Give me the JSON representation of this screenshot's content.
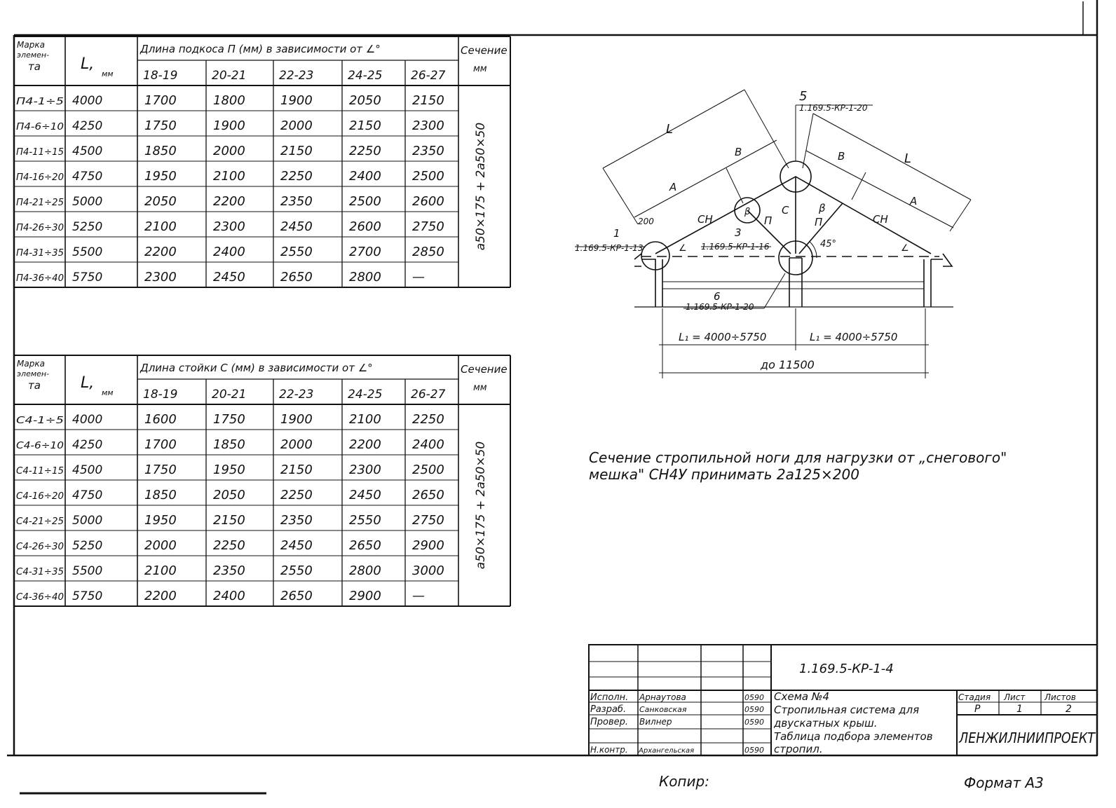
{
  "table1": {
    "header_mark": [
      "Марка",
      "элемен-",
      "та"
    ],
    "header_l": "L,",
    "header_l_unit": "мм",
    "header_group": "Длина подкоса П (мм) в зависимости от ∠°",
    "header_section": [
      "Сечение",
      "мм"
    ],
    "angle_ranges": [
      "18-19",
      "20-21",
      "22-23",
      "24-25",
      "26-27"
    ],
    "section_value": "а50×175 + 2а50×50",
    "rows": [
      {
        "mark": "П4-1÷5",
        "l": "4000",
        "v": [
          "1700",
          "1800",
          "1900",
          "2050",
          "2150"
        ]
      },
      {
        "mark": "П4-6÷10",
        "l": "4250",
        "v": [
          "1750",
          "1900",
          "2000",
          "2150",
          "2300"
        ]
      },
      {
        "mark": "П4-11÷15",
        "l": "4500",
        "v": [
          "1850",
          "2000",
          "2150",
          "2250",
          "2350"
        ]
      },
      {
        "mark": "П4-16÷20",
        "l": "4750",
        "v": [
          "1950",
          "2100",
          "2250",
          "2400",
          "2500"
        ]
      },
      {
        "mark": "П4-21÷25",
        "l": "5000",
        "v": [
          "2050",
          "2200",
          "2350",
          "2500",
          "2600"
        ]
      },
      {
        "mark": "П4-26÷30",
        "l": "5250",
        "v": [
          "2100",
          "2300",
          "2450",
          "2600",
          "2750"
        ]
      },
      {
        "mark": "П4-31÷35",
        "l": "5500",
        "v": [
          "2200",
          "2400",
          "2550",
          "2700",
          "2850"
        ]
      },
      {
        "mark": "П4-36÷40",
        "l": "5750",
        "v": [
          "2300",
          "2450",
          "2650",
          "2800",
          "—"
        ]
      }
    ]
  },
  "table2": {
    "header_mark": [
      "Марка",
      "элемен-",
      "та"
    ],
    "header_l": "L,",
    "header_l_unit": "мм",
    "header_group": "Длина стойки С (мм) в зависимости от ∠°",
    "header_section": [
      "Сечение",
      "мм"
    ],
    "angle_ranges": [
      "18-19",
      "20-21",
      "22-23",
      "24-25",
      "26-27"
    ],
    "section_value": "а50×175 + 2а50×50",
    "rows": [
      {
        "mark": "С4-1÷5",
        "l": "4000",
        "v": [
          "1600",
          "1750",
          "1900",
          "2100",
          "2250"
        ]
      },
      {
        "mark": "С4-6÷10",
        "l": "4250",
        "v": [
          "1700",
          "1850",
          "2000",
          "2200",
          "2400"
        ]
      },
      {
        "mark": "С4-11÷15",
        "l": "4500",
        "v": [
          "1750",
          "1950",
          "2150",
          "2300",
          "2500"
        ]
      },
      {
        "mark": "С4-16÷20",
        "l": "4750",
        "v": [
          "1850",
          "2050",
          "2250",
          "2450",
          "2650"
        ]
      },
      {
        "mark": "С4-21÷25",
        "l": "5000",
        "v": [
          "1950",
          "2150",
          "2350",
          "2550",
          "2750"
        ]
      },
      {
        "mark": "С4-26÷30",
        "l": "5250",
        "v": [
          "2000",
          "2250",
          "2450",
          "2650",
          "2900"
        ]
      },
      {
        "mark": "С4-31÷35",
        "l": "5500",
        "v": [
          "2100",
          "2350",
          "2550",
          "2800",
          "3000"
        ]
      },
      {
        "mark": "С4-36÷40",
        "l": "5750",
        "v": [
          "2200",
          "2400",
          "2650",
          "2900",
          "—"
        ]
      }
    ]
  },
  "diagram": {
    "ref_top": "1.169.5-КР-1-20",
    "ref_left": "1.169.5-КР-1-13",
    "ref_mid": "1.169.5-КР-1-16",
    "ref_bottom": "1.169.5-КР-1-20",
    "callout_1": "1",
    "callout_3": "3",
    "callout_5": "5",
    "callout_6": "6",
    "label_L": "L",
    "label_B": "В",
    "label_A": "А",
    "label_CH": "СН",
    "label_C": "С",
    "label_P": "П",
    "label_beta": "β",
    "label_alpha": "∠",
    "label_200": "200",
    "label_45": "45°",
    "dim_left": "L₁ = 4000÷5750",
    "dim_right": "L₁ = 4000÷5750",
    "dim_total": "до 11500"
  },
  "note": {
    "line1": "Сечение стропильной ноги для нагрузки от „снегового\"",
    "line2": "мешка\" СН4У принимать 2а125×200"
  },
  "title_block": {
    "code": "1.169.5-КР-1-4",
    "roles": [
      "Исполн.",
      "Разраб.",
      "Провер.",
      "Н.контр."
    ],
    "names": [
      "Арнаутова",
      "Санковская",
      "Вилнер",
      "Архангельская"
    ],
    "dates": [
      "0590",
      "0590",
      "0590",
      "0590"
    ],
    "title_lines": [
      "Схема №4",
      "Стропильная система для",
      "двускатных крыш.",
      "Таблица подбора элементов",
      "стропил."
    ],
    "stage_label": "Стадия",
    "sheet_label": "Лист",
    "sheets_label": "Листов",
    "stage": "Р",
    "sheet": "1",
    "sheets": "2",
    "org": "ЛЕНЖИЛНИИПРОЕКТ"
  },
  "footer": {
    "copied": "Копир:",
    "format": "Формат А3"
  }
}
